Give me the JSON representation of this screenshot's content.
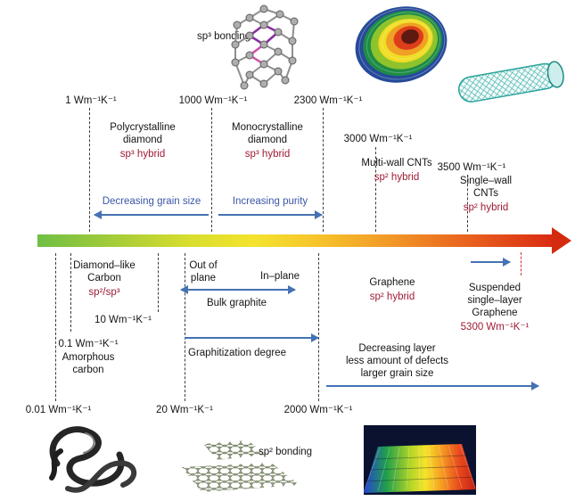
{
  "colors": {
    "arrow_blue": "#4472b4",
    "label_blue": "#3a57a8",
    "hybrid_red": "#9e1b32",
    "axis_gradient_start": "#6fbf44",
    "axis_gradient_end": "#d92b12",
    "suspended_marker_red": "#d03030"
  },
  "top": {
    "sp3_bonding_label": "sp³ bonding",
    "ticks": {
      "t1": "1 Wm⁻¹K⁻¹",
      "t1000": "1000 Wm⁻¹K⁻¹",
      "t2300": "2300 Wm⁻¹K⁻¹",
      "t3000": "3000 Wm⁻¹K⁻¹",
      "t3500": "3500 Wm⁻¹K⁻¹"
    },
    "materials": {
      "poly": {
        "name": "Polycrystalline diamond",
        "hybrid": "sp³ hybrid"
      },
      "mono": {
        "name": "Monocrystalline diamond",
        "hybrid": "sp³ hybrid"
      },
      "mwcnt": {
        "name": "Multi-wall CNTs",
        "hybrid": "sp² hybrid"
      },
      "swcnt": {
        "name": "Single–wall CNTs",
        "hybrid": "sp² hybrid"
      }
    },
    "arrows": {
      "grain": "Decreasing grain size",
      "purity": "Increasing purity"
    }
  },
  "bottom": {
    "ticks": {
      "t001": "0.01 Wm⁻¹K⁻¹",
      "t01": "0.1 Wm⁻¹K⁻¹",
      "t10": "10 Wm⁻¹K⁻¹",
      "t20": "20 Wm⁻¹K⁻¹",
      "t2000": "2000 Wm⁻¹K⁻¹"
    },
    "materials": {
      "dlc": {
        "name": "Diamond–like Carbon",
        "hybrid": "sp²/sp³"
      },
      "amorphous": "Amorphous carbon",
      "out_of_plane": "Out of plane",
      "in_plane": "In–plane",
      "bulk_graphite": "Bulk graphite",
      "graphene": {
        "name": "Graphene",
        "hybrid": "sp² hybrid"
      },
      "suspended": {
        "name": "Suspended single–layer Graphene",
        "value": "5300 Wm⁻¹K⁻¹"
      }
    },
    "arrows": {
      "graphitization": "Graphitization degree",
      "quality_l1": "Decreasing layer",
      "quality_l2": "less amount of defects",
      "quality_l3": "larger grain size"
    },
    "sp2_bonding_label": "sp² bonding"
  }
}
